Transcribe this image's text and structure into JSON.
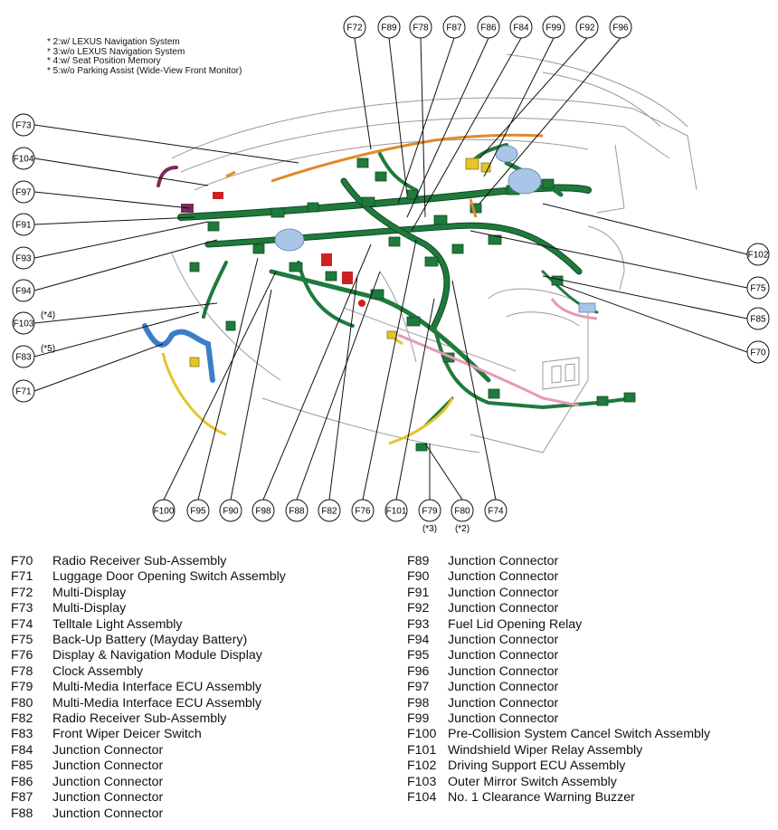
{
  "notes": [
    "* 2:w/ LEXUS Navigation System",
    "* 3:w/o LEXUS Navigation System",
    "* 4:w/ Seat Position Memory",
    "* 5:w/o Parking Assist (Wide-View Front Monitor)"
  ],
  "callouts": {
    "top": [
      "F72",
      "F89",
      "F78",
      "F87",
      "F86",
      "F84",
      "F99",
      "F92",
      "F96"
    ],
    "left": [
      "F73",
      "F104",
      "F97",
      "F91",
      "F93",
      "F94",
      "F103",
      "F83",
      "F71"
    ],
    "left_notes": {
      "F103": "(*4)",
      "F83": "(*5)"
    },
    "right": [
      "F102",
      "F75",
      "F85",
      "F70"
    ],
    "bottom": [
      "F100",
      "F95",
      "F90",
      "F98",
      "F88",
      "F82",
      "F76",
      "F101",
      "F79",
      "F80",
      "F74"
    ],
    "bottom_notes": {
      "F79": "(*3)",
      "F80": "(*2)"
    }
  },
  "legend_left": [
    {
      "code": "F70",
      "name": "Radio Receiver Sub-Assembly"
    },
    {
      "code": "F71",
      "name": "Luggage Door Opening Switch Assembly"
    },
    {
      "code": "F72",
      "name": "Multi-Display"
    },
    {
      "code": "F73",
      "name": "Multi-Display"
    },
    {
      "code": "F74",
      "name": "Telltale Light Assembly"
    },
    {
      "code": "F75",
      "name": "Back-Up Battery (Mayday Battery)"
    },
    {
      "code": "F76",
      "name": "Display & Navigation Module Display"
    },
    {
      "code": "F78",
      "name": "Clock Assembly"
    },
    {
      "code": "F79",
      "name": "Multi-Media Interface ECU Assembly"
    },
    {
      "code": "F80",
      "name": "Multi-Media Interface ECU Assembly"
    },
    {
      "code": "F82",
      "name": "Radio Receiver Sub-Assembly"
    },
    {
      "code": "F83",
      "name": "Front Wiper Deicer Switch"
    },
    {
      "code": "F84",
      "name": "Junction Connector"
    },
    {
      "code": "F85",
      "name": "Junction Connector"
    },
    {
      "code": "F86",
      "name": "Junction Connector"
    },
    {
      "code": "F87",
      "name": "Junction Connector"
    },
    {
      "code": "F88",
      "name": "Junction Connector"
    }
  ],
  "legend_right": [
    {
      "code": "F89",
      "name": "Junction Connector"
    },
    {
      "code": "F90",
      "name": "Junction Connector"
    },
    {
      "code": "F91",
      "name": "Junction Connector"
    },
    {
      "code": "F92",
      "name": "Junction Connector"
    },
    {
      "code": "F93",
      "name": "Fuel Lid Opening Relay"
    },
    {
      "code": "F94",
      "name": "Junction Connector"
    },
    {
      "code": "F95",
      "name": "Junction Connector"
    },
    {
      "code": "F96",
      "name": "Junction Connector"
    },
    {
      "code": "F97",
      "name": "Junction Connector"
    },
    {
      "code": "F98",
      "name": "Junction Connector"
    },
    {
      "code": "F99",
      "name": "Junction Connector"
    },
    {
      "code": "F100",
      "name": "Pre-Collision System Cancel Switch Assembly"
    },
    {
      "code": "F101",
      "name": "Windshield Wiper Relay Assembly"
    },
    {
      "code": "F102",
      "name": "Driving Support ECU Assembly"
    },
    {
      "code": "F103",
      "name": "Outer Mirror Switch Assembly"
    },
    {
      "code": "F104",
      "name": "No. 1 Clearance Warning Buzzer"
    }
  ],
  "colors": {
    "harness_green": "#1f7a3c",
    "harness_dark": "#0d4a22",
    "orange": "#e08a2a",
    "yellow": "#e6c42a",
    "blue": "#3a7ec8",
    "light_blue": "#a9c6e8",
    "pink": "#e59ab4",
    "red": "#cc2222",
    "purple": "#7a2a5a",
    "outline": "#9a9a9a"
  }
}
